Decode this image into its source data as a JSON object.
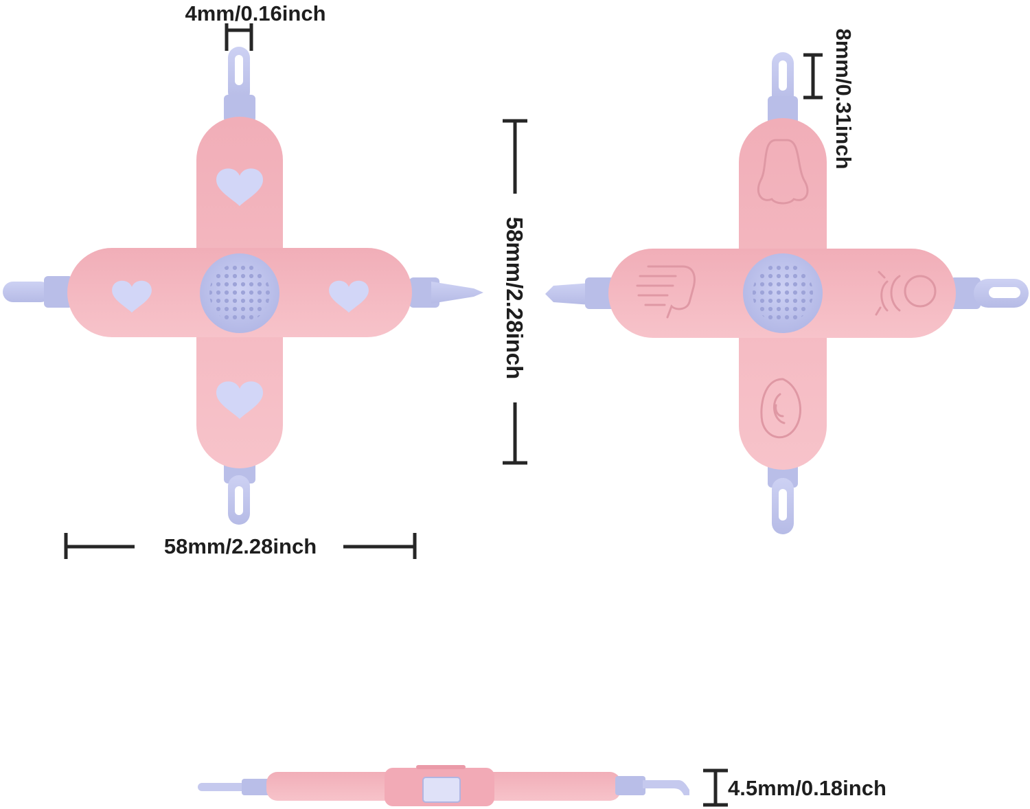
{
  "dimensions": {
    "loop_width": "4mm/0.16inch",
    "loop_height": "8mm/0.31inch",
    "body_height": "58mm/2.28inch",
    "body_width": "58mm/2.28inch",
    "thickness": "4.5mm/0.18inch"
  },
  "front_view": {
    "arm_icons": [
      "heart-icon",
      "heart-icon",
      "heart-icon",
      "heart-icon"
    ]
  },
  "back_view": {
    "arm_icons": [
      "nose-icon",
      "hand-icon",
      "baby-face-icon",
      "ear-icon"
    ]
  },
  "colors": {
    "body_pink": "#f3b6bf",
    "body_pink_light": "#f7c4cb",
    "body_shadow": "#e9a3ae",
    "accent_lavender": "#c5c9ee",
    "accent_lavender_dark": "#a9aee0",
    "dimension_line": "#262626"
  }
}
